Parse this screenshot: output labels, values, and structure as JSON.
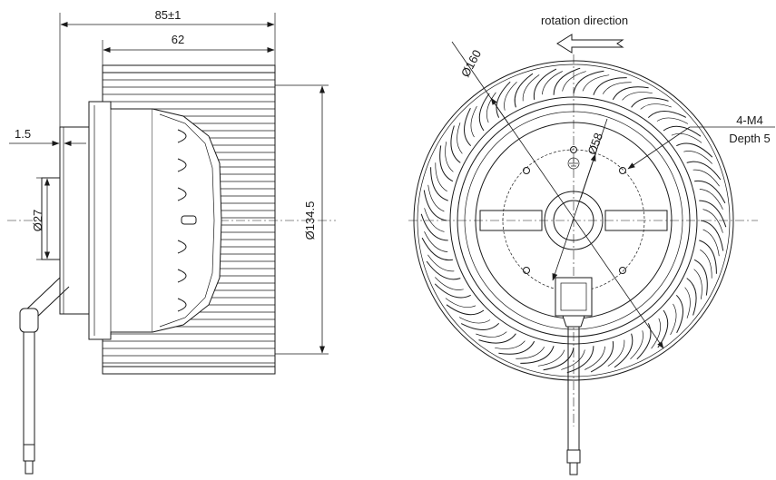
{
  "side_view": {
    "dim_overall_length": "85±1",
    "dim_impeller_length": "62",
    "dim_flange_offset": "1.5",
    "dim_hub_diameter": "Ø27",
    "dim_impeller_diameter": "Ø134.5"
  },
  "front_view": {
    "rotation_label": "rotation direction",
    "dim_outer_diameter": "Ø160",
    "dim_bolt_circle": "Ø58",
    "thread_spec": "4-M4",
    "thread_depth": "Depth 5"
  }
}
